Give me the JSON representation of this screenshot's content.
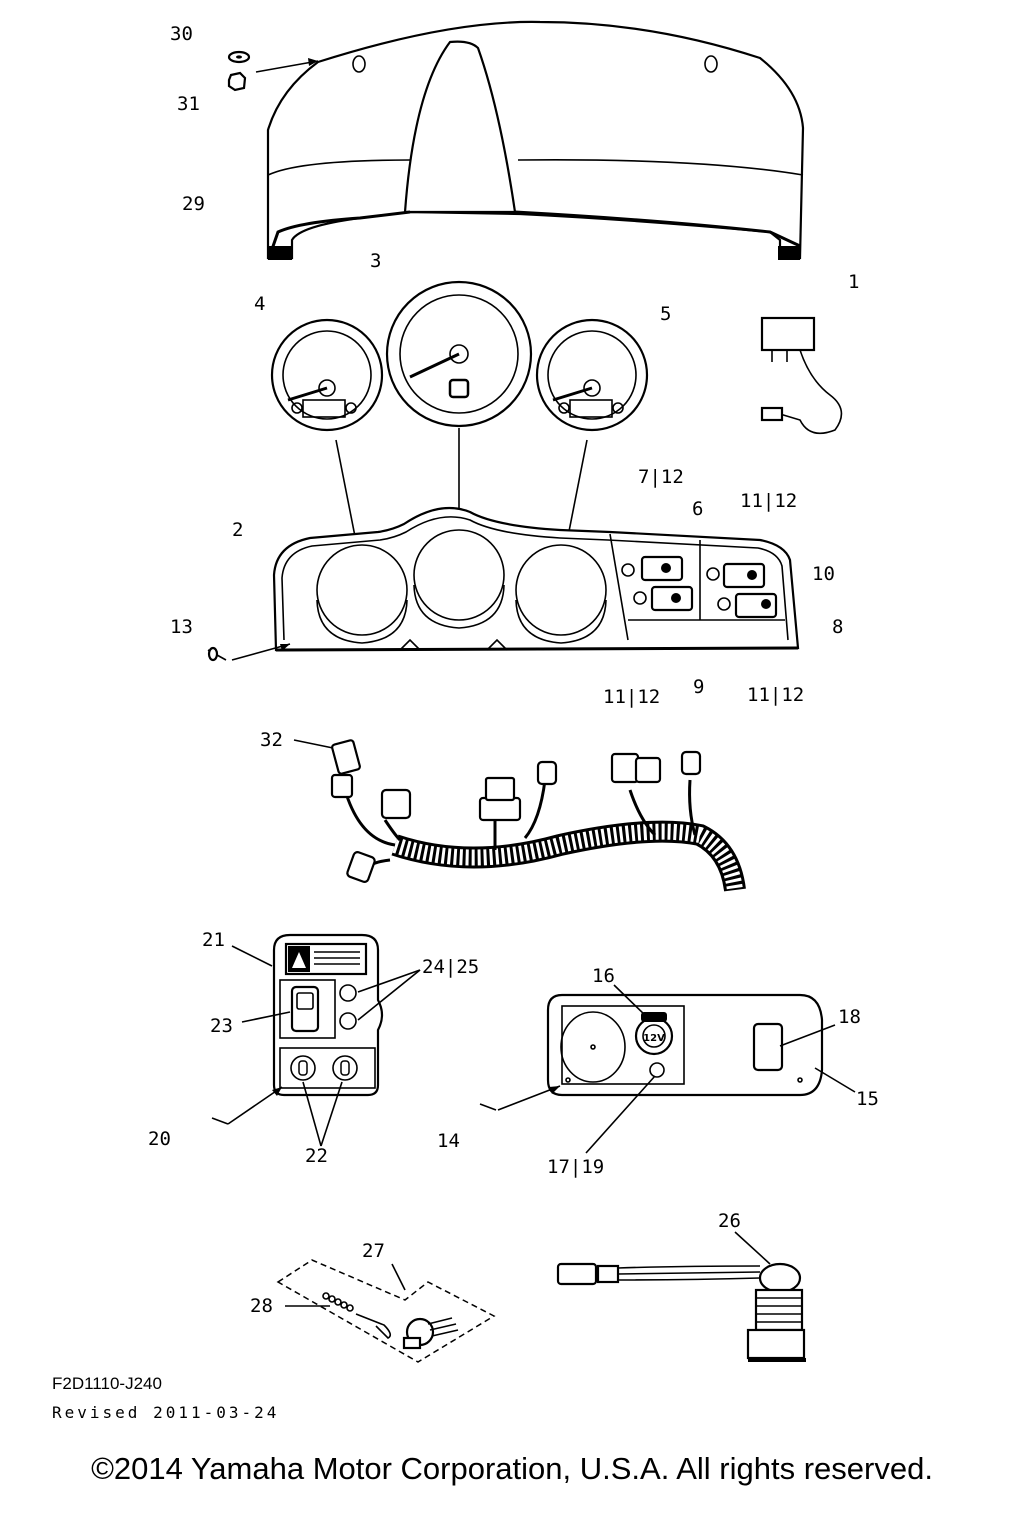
{
  "diagram": {
    "callouts": {
      "c30": "30",
      "c31": "31",
      "c29": "29",
      "c3": "3",
      "c1": "1",
      "c4": "4",
      "c5": "5",
      "c7_12": "7|12",
      "c6": "6",
      "c11_12_a": "11|12",
      "c2": "2",
      "c10": "10",
      "c13": "13",
      "c8": "8",
      "c11_12_b": "11|12",
      "c9": "9",
      "c11_12_c": "11|12",
      "c32": "32",
      "c21": "21",
      "c24_25": "24|25",
      "c16": "16",
      "c18": "18",
      "c23": "23",
      "c15": "15",
      "c20": "20",
      "c14": "14",
      "c22": "22",
      "c17_19": "17|19",
      "c26": "26",
      "c27": "27",
      "c28": "28"
    },
    "socket_label": "12V"
  },
  "footer": {
    "drawing_code": "F2D1110-J240",
    "revised": "Revised 2011-03-24",
    "copyright": "©2014 Yamaha Motor Corporation, U.S.A. All rights reserved."
  }
}
